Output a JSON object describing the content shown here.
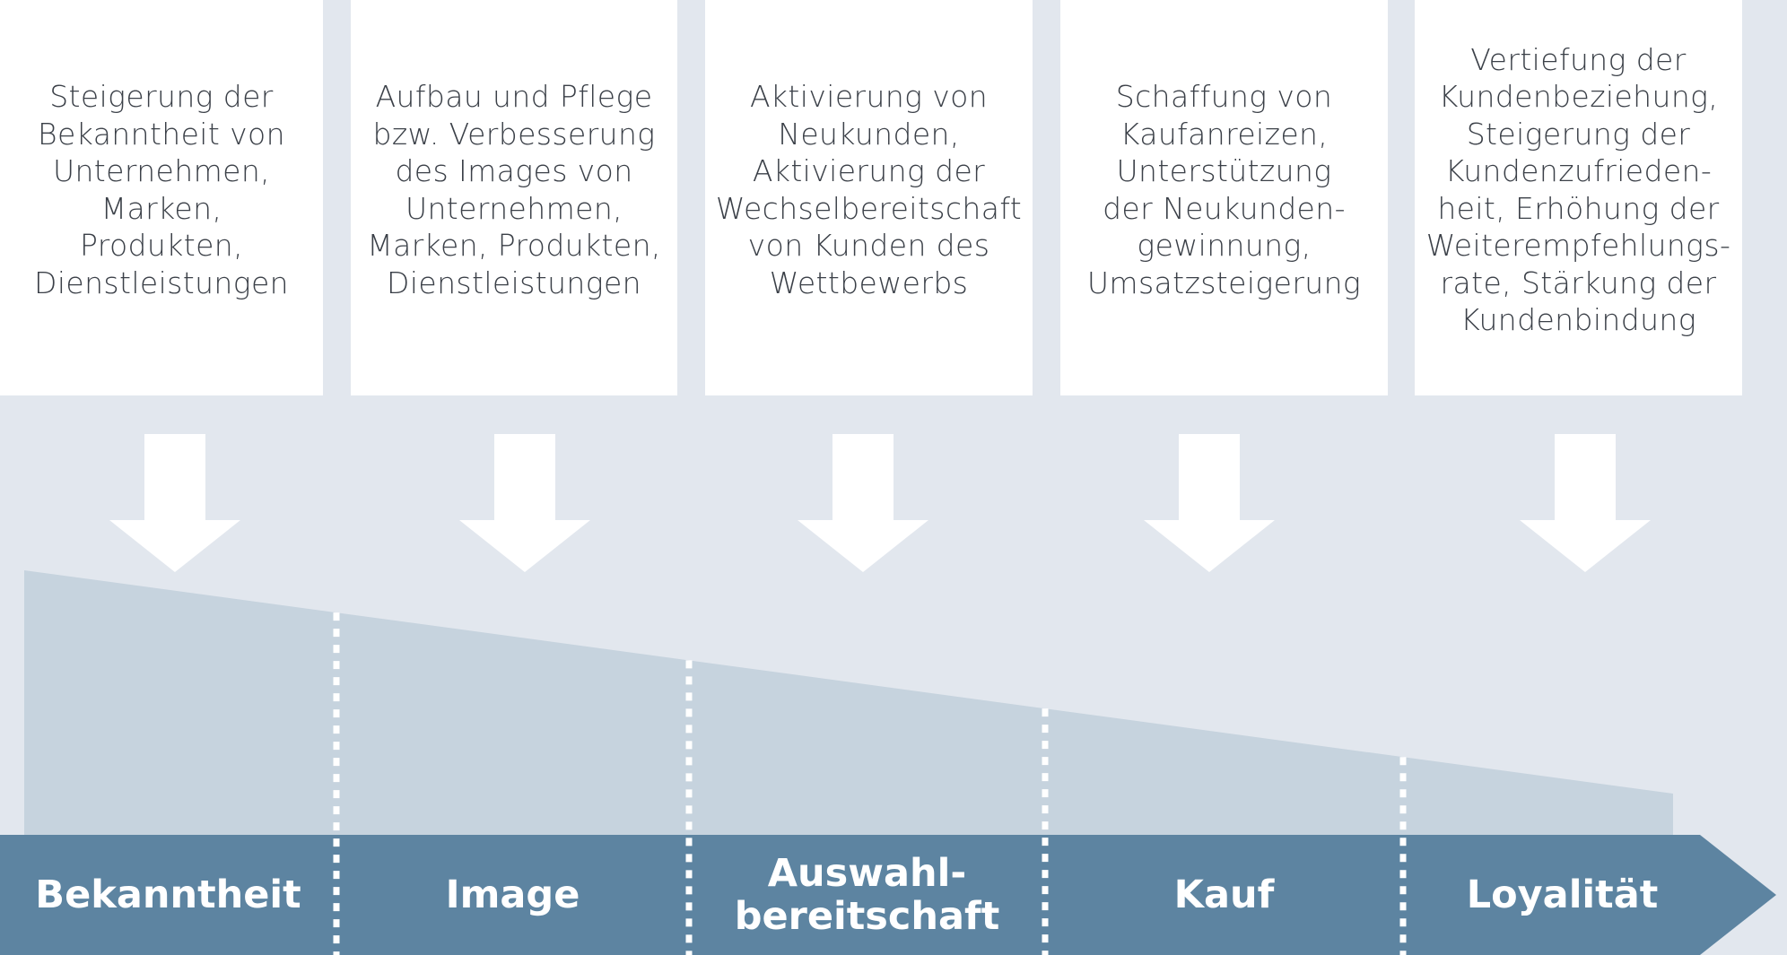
{
  "colors": {
    "background": "#e2e7ee",
    "box": "#ffffff",
    "text": "#3b4048",
    "funnel": "#c6d3de",
    "bar": "#5d84a1",
    "arrow": "#ffffff",
    "divider": "#ffffff"
  },
  "icons": [
    "arrow-down-icon",
    "chevron-right-icon"
  ],
  "stages": [
    {
      "label": "Bekanntheit",
      "objective": "Steigerung der\nBekanntheit von\nUnternehmen,\nMarken,\nProdukten,\nDienstleistungen"
    },
    {
      "label": "Image",
      "objective": "Aufbau und Pflege\nbzw. Verbesserung\ndes Images von\nUnternehmen,\nMarken, Produkten,\nDienstleistungen"
    },
    {
      "label": "Auswahl-\nbereitschaft",
      "objective": "Aktivierung von\nNeukunden,\nAktivierung der\nWechselbereitschaft\nvon Kunden des\nWettbewerbs"
    },
    {
      "label": "Kauf",
      "objective": "Schaffung von\nKaufanreizen,\nUnterstützung\nder Neukunden-\ngewinnung,\nUmsatzsteigerung"
    },
    {
      "label": "Loyalität",
      "objective": "Vertiefung der\nKundenbeziehung,\nSteigerung der\nKundenzufrieden-\nheit, Erhöhung der\nWeiterempfehlungs-\nrate, Stärkung der\nKundenbindung"
    }
  ]
}
